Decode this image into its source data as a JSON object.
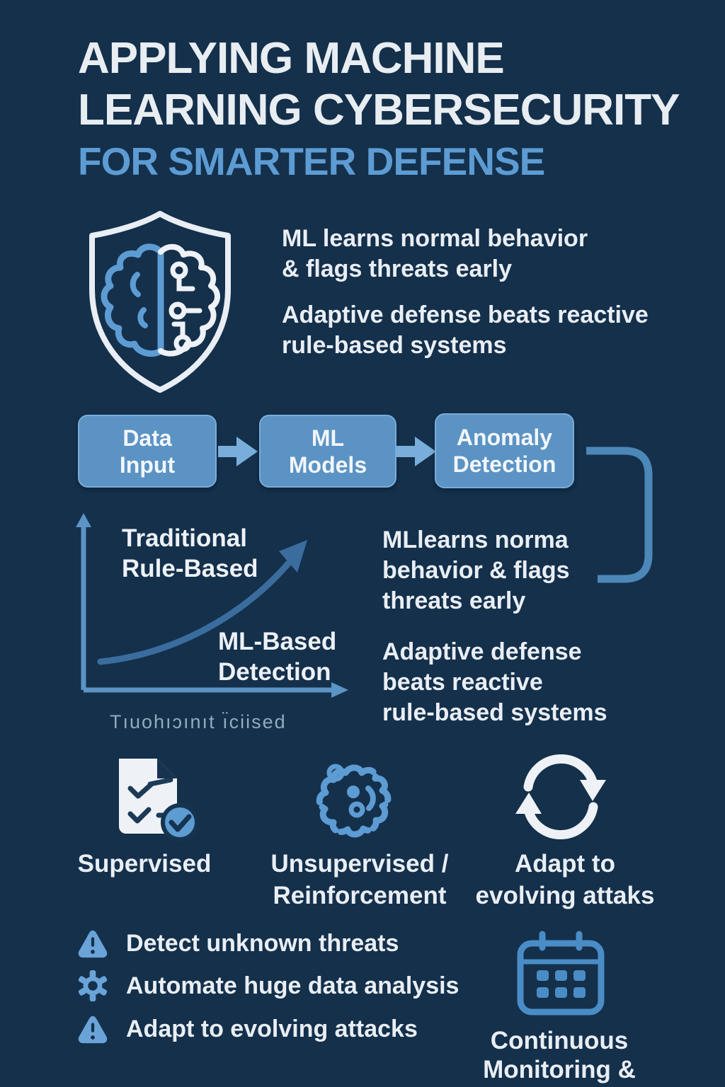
{
  "colors": {
    "background": "#14304b",
    "title_white": "#e8edf2",
    "accent_blue": "#5d9bd3",
    "box_fill": "#5b93c4",
    "box_border": "#79acd9",
    "flow_arrow_blue": "#79aedb",
    "bracket_blue": "#4d87b8",
    "axis_blue": "#5b94c5",
    "curve_blue": "#3a6d9d",
    "caption_gray": "#94aabd",
    "icon_light_blue": "#6aa3d8",
    "calendar_blue": "#4a8cc6",
    "icon_white": "#eef2f6",
    "icon_dark_stroke": "#1d3a57"
  },
  "header": {
    "title_line1": "APPLYING MACHINE",
    "title_line2": "LEARNING CYBERSECURITY",
    "subtitle": "FOR SMARTER DEFENSE"
  },
  "icons": {
    "shield": "shield-brain-icon",
    "flow_arrow": "flow-arrow-icon",
    "bracket": "connector-bracket",
    "trend_arrow": "trend-arrow-icon",
    "checklist": "checklist-document-icon",
    "virus": "virus-icon",
    "refresh": "refresh-icon",
    "warning": "warning-triangle-icon",
    "gear": "gear-icon",
    "calendar": "calendar-icon"
  },
  "intro": {
    "point1_lines": [
      "ML learns normal behavior",
      "& flags threats early"
    ],
    "point2_lines": [
      "Adaptive defense beats reactive",
      "rule-based systems"
    ]
  },
  "flow": {
    "boxes": [
      {
        "lines": [
          "Data",
          "Input"
        ]
      },
      {
        "lines": [
          "ML",
          "Models"
        ]
      },
      {
        "lines": [
          "Anomaly",
          "Detection"
        ]
      }
    ]
  },
  "chart": {
    "label_traditional_lines": [
      "Traditional",
      "Rule-Based"
    ],
    "label_ml_lines": [
      "ML-Based",
      "Detection"
    ],
    "caption": "Tıuohıɔınıt ı̈ciised"
  },
  "chart_data": {
    "type": "line",
    "title": "",
    "xlabel": "",
    "ylabel": "",
    "x_axis_caption_garbled": "Tıuohıɔınıt ı̈ciised",
    "series": [
      {
        "name": "Detection capability (rising curve with arrowhead)",
        "x_norm": [
          0,
          0.25,
          0.5,
          0.75,
          1
        ],
        "y_norm": [
          0.12,
          0.2,
          0.38,
          0.64,
          0.92
        ]
      }
    ],
    "annotations": [
      "Traditional Rule-Based",
      "ML-Based Detection"
    ],
    "grid": false,
    "legend": false
  },
  "mid": {
    "point1_lines": [
      "MLlearns norma",
      "behavior & flags",
      "threats early"
    ],
    "point2_lines": [
      "Adaptive defense",
      "beats reactive",
      "rule-based systems"
    ]
  },
  "methods": [
    {
      "label_lines": [
        "Supervised"
      ]
    },
    {
      "label_lines": [
        "Unsupervised /",
        "Reinforcement"
      ]
    },
    {
      "label_lines": [
        "Adapt to",
        "evolving attaks"
      ]
    }
  ],
  "benefits": [
    {
      "icon": "warning-triangle-icon",
      "text": "Detect unknown threats"
    },
    {
      "icon": "gear-icon",
      "text": "Automate huge data analysis"
    },
    {
      "icon": "warning-triangle-icon",
      "text": "Adapt to evolving attacks"
    }
  ],
  "monitoring": {
    "label_lines": [
      "Continuous",
      "Monitoring &"
    ]
  }
}
